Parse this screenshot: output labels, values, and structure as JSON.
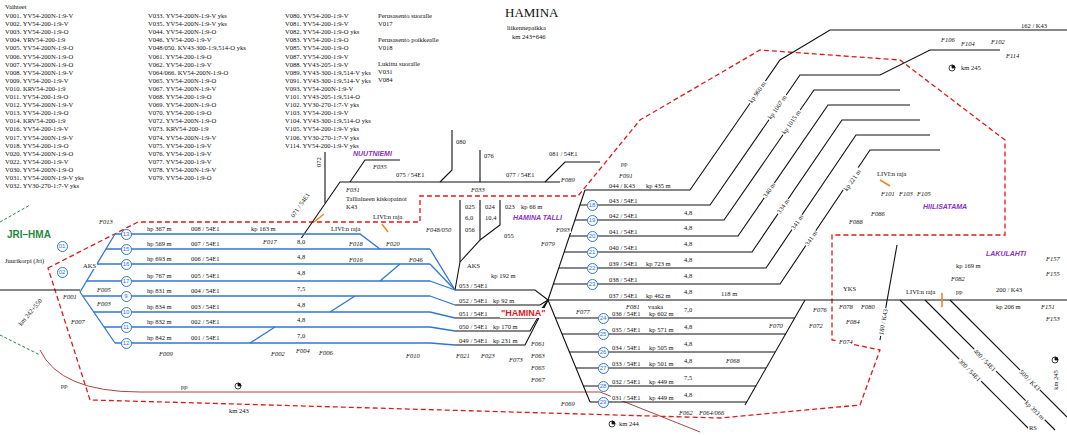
{
  "diagram": {
    "title": "HAMINA",
    "nodes": [
      {
        "text": [
          "01"
        ]
      },
      {
        "text": [
          "02"
        ]
      },
      {
        "text": [
          "13"
        ]
      },
      {
        "text": [
          "15"
        ]
      },
      {
        "text": [
          "16"
        ]
      },
      {
        "text": [
          "17"
        ]
      },
      {
        "text": [
          "9"
        ]
      },
      {
        "text": [
          "10"
        ]
      },
      {
        "text": [
          "11"
        ]
      },
      {
        "text": [
          "12"
        ]
      },
      {
        "text": [
          "18"
        ]
      },
      {
        "text": [
          "19"
        ]
      },
      {
        "text": [
          "20"
        ]
      },
      {
        "text": [
          "21"
        ]
      },
      {
        "text": [
          "22"
        ]
      },
      {
        "text": [
          "23"
        ]
      },
      {
        "text": [
          "24"
        ]
      },
      {
        "text": [
          "25"
        ]
      },
      {
        "text": [
          "26"
        ]
      },
      {
        "text": [
          "27"
        ]
      },
      {
        "text": [
          "28"
        ]
      },
      {
        "text": [
          "29"
        ]
      }
    ],
    "labels": [
      "liikennepaikka",
      "km 243+646",
      "Vaihteet",
      "V001. YV54-200N-1:9-V",
      "V002. YV54-200-1:9-V",
      "V003. YV54-200-1:9-O",
      "V004. YRV54-200-1:9",
      "V005. YV54-200N-1:9-O",
      "V006. YV54-200N-1:9-O",
      "V007. YV54-200N-1:9-O",
      "V008. YV54-200N-1:9-V",
      "V009. YV54-200-1:9-V",
      "V010. KRV54-200-1:9",
      "V011. YV54-200-1:9-O",
      "V012. YV54-200N-1:9-V",
      "V013. YV54-200-1:9-O",
      "V014. KRV54-200-1:9",
      "V016. YV54-200-1:9-V",
      "V017. YV54-200N-1:9-V",
      "V018. YV54-200-1:9-O",
      "V020. YV54-200N-1:9-O",
      "V022. YV54-200-1:9-V",
      "V030. YV54-200N-1:9-O",
      "V031. YV54-200N-1:9-V yks",
      "V032. YV30-270-1:7-V yks",
      "V033. YV54-200N-1:9-V yks",
      "V035. YV54-200N-1:9-V yks",
      "V044. YV54-200N-1:9-O",
      "V046. YV54-200-1:9-V",
      "V048/050. KV43-300-1:9,514-O yks",
      "V061. YV54-200-1:9-O",
      "V062. YV54-200-1:9-V",
      "V064/066. KV54-200N-1:9-O",
      "V065. YV54-200N-1:9-O",
      "V067. YV54-200N-1:9-V",
      "V068. YV54-200-1:9-O",
      "V069. YV54-200N-1:9-O",
      "V070. YV54-200-1:9-O",
      "V072. YV54-200N-1:9-O",
      "V073. KRV54-200-1:9",
      "V074. YV54-200N-1:9-V",
      "V075. YV54-200-1:9-V",
      "V076. YV54-200-1:9-V",
      "V077. YV54-200-1:9-V",
      "V078. YV54-200N-1:9-V",
      "V079. YV54-200-1:9-O",
      "V080. YV54-200-1:9-V",
      "V081. YV54-200-1:9-V",
      "V082. YV54-200-1:9-O yks",
      "V083. YV54-200-1:9-O",
      "V085. YV54-200-1:9-O",
      "V087. YV54-200-1:9-V",
      "V088. YV43-205-1:9-V",
      "V089. YV43-300-1:9,514-V yks",
      "V091. YV43-300-1:9,514-V yks",
      "V093. YV54-200N-1:9-V",
      "V101. YV43-205-1:9,514-O",
      "V102. YV30-270-1:7-V yks",
      "V103. YV54-200-1:9-V",
      "V104. YV43-300-1:9,514-O yks",
      "V105. YV54-200-1:9-V yks",
      "V106. YV30-270-1:7-V yks",
      "V114. YV54-200-1:9-V yks",
      "Perusasento suoralle",
      "V017",
      "Perusasento poikkealle",
      "V018",
      "Lukittu suoralle",
      "V031",
      "V084",
      "NUUTNIEMI",
      "HAMINA TALLI",
      "HIILISATAMA",
      "LAKULAHTI",
      "\"HAMINA\"",
      "JRI–HMA",
      "Juurikorpi (Jri)",
      "km 242+550",
      "km 243",
      "km 244",
      "km 245",
      "km 245",
      "Tallialueen kiskopainot K43",
      "LIVI:n raja",
      "LIVI:n raja",
      "LIVI:n raja",
      "LIVI:n raja",
      "hp 367 m",
      "008 / 54E1",
      "kp 163 m",
      "hp 569 m",
      "007 / 54E1",
      "hp 693 m",
      "006 / 54E1",
      "hp 767 m",
      "005 / 54E1",
      "hp 831 m",
      "004 / 54E1",
      "hp 834 m",
      "003 / 54E1",
      "hp 832 m",
      "002 / 54E1",
      "hp 842 m",
      "001 / 54E1",
      "8,0",
      "4,8",
      "4,8",
      "7,5",
      "4,8",
      "4,8",
      "7,0",
      "053 / 54E1",
      "kp 192 m",
      "052 / 54E1",
      "kp 92 m",
      "051 / 54E1",
      "050 / 54E1",
      "kp 170 m",
      "049 / 54E1",
      "kp 231 m",
      "025",
      "kp 66 m",
      "024",
      "023",
      "6,0",
      "10,4",
      "056",
      "055",
      "AKS",
      "AKS",
      "071 / 54E1",
      "075 / 54E1",
      "077 / 54E1",
      "081 / 54E1",
      "F031",
      "F033",
      "F035",
      "072",
      "076",
      "080",
      "044 / K43",
      "kp 435 m",
      "043 / 54E1",
      "042 / 54E1",
      "041 / 54E1",
      "040 / 54E1",
      "039 / 54E1",
      "kp 723 m",
      "038 / 54E1",
      "037 / 54E1",
      "kp 462 m",
      "vaaka",
      "4,8",
      "4,8",
      "4,8",
      "4,8",
      "4,8",
      "4,8",
      "kp 960 m",
      "kp 1007 m",
      "kp 1015 m",
      "340 m",
      "334 m",
      "341 m",
      "341 m",
      "kp 221 m",
      "036 / 54E1",
      "kp 602 m",
      "035 / 54E1",
      "kp 571 m",
      "034 / 54E1",
      "kp 505 m",
      "033 / 54E1",
      "kp 501 m",
      "032 / 54E1",
      "kp 449 m",
      "031 / 54E1",
      "kp 449 m",
      "7,0",
      "4,8",
      "4,8",
      "4,8",
      "7,5",
      "4,8",
      "118 m",
      "YKS",
      "kp 169 m",
      "200 / K43",
      "kp 206 m",
      "162 / K43",
      "180 / K43",
      "300 / 54E1",
      "kp 393 m",
      "400 / 54E1",
      "500 / K43",
      "RS",
      "pp",
      "pp",
      "pp",
      "pp",
      "F001",
      "F003",
      "F005",
      "F007",
      "F009",
      "F013",
      "F017",
      "F018",
      "F020",
      "F016",
      "F002",
      "F004",
      "F006",
      "F010",
      "F021",
      "F023",
      "F046",
      "F048/050",
      "F061",
      "F063",
      "F065",
      "F067",
      "F069",
      "F062",
      "F064/066",
      "F068",
      "F070",
      "F072",
      "F073",
      "F077",
      "F079",
      "F081",
      "F089",
      "F091",
      "F093",
      "F074",
      "F076",
      "F078",
      "F080",
      "F082",
      "F084",
      "F086",
      "F088",
      "F101",
      "F103",
      "F105",
      "F102",
      "F104",
      "F106",
      "F114",
      "F151",
      "F153",
      "F155",
      "F157"
    ]
  }
}
